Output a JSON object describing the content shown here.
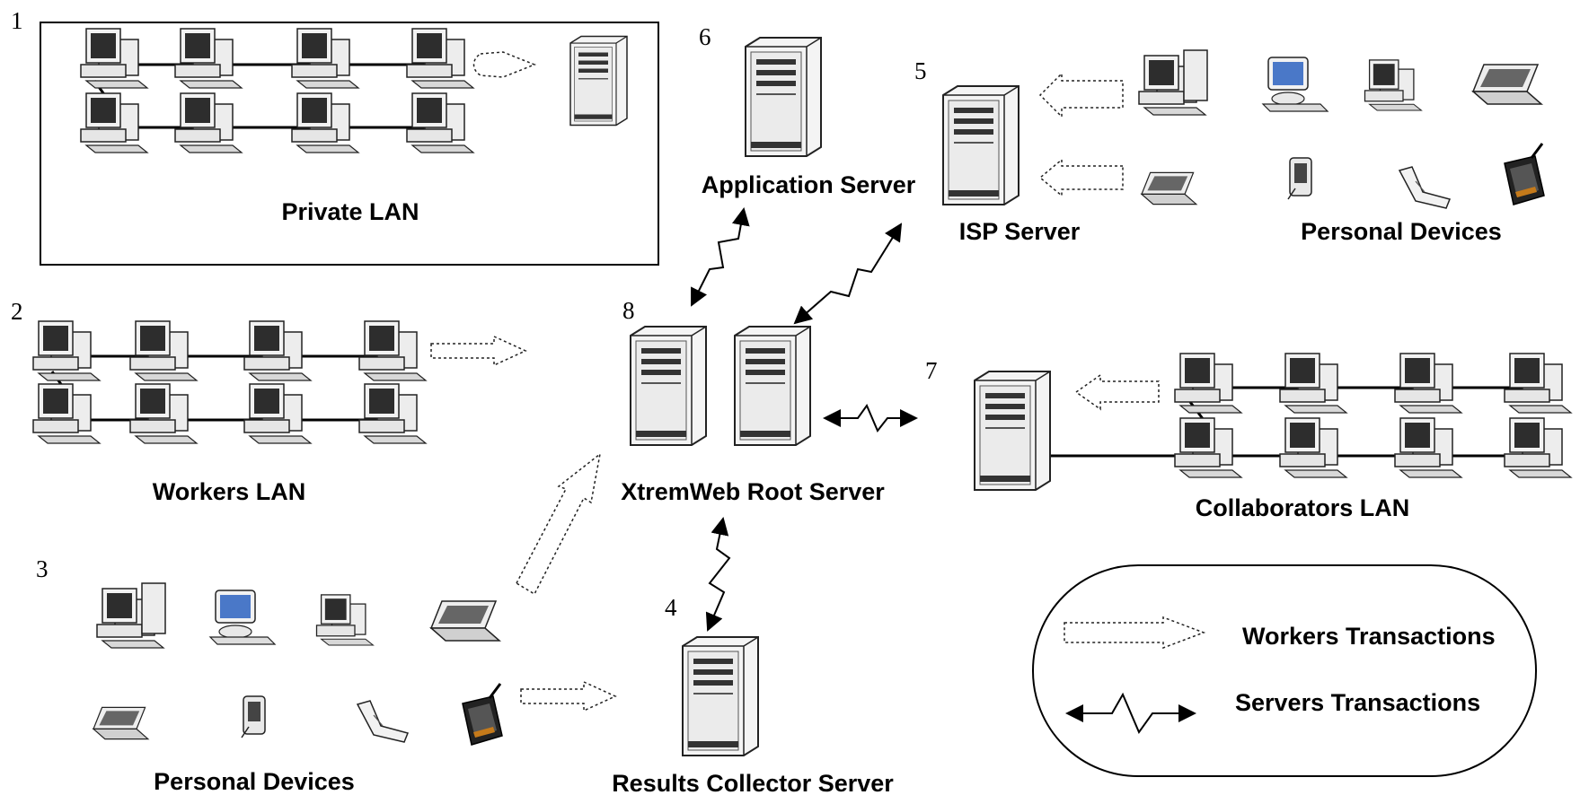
{
  "sections": [
    {
      "number": "1",
      "label": "Private LAN"
    },
    {
      "number": "2",
      "label": "Workers LAN"
    },
    {
      "number": "3",
      "label": "Personal Devices"
    },
    {
      "number": "4",
      "label": "Results Collector Server"
    },
    {
      "number": "5",
      "label": "ISP  Server"
    },
    {
      "number": "6",
      "label": "Application Server"
    },
    {
      "number": "7",
      "label": "Collaborators  LAN"
    },
    {
      "number": "8",
      "label": "XtremWeb Root Server"
    }
  ],
  "extra_labels": {
    "isp_personal_devices": "Personal Devices"
  },
  "legend": {
    "workers": "Workers Transactions",
    "servers": "Servers Transactions"
  },
  "icons": {
    "desktop": "desktop-pc-icon",
    "server": "tower-server-icon",
    "laptop": "laptop-icon",
    "pda": "pda-icon",
    "phone": "phone-icon",
    "tablet": "tablet-icon"
  },
  "colors": {
    "screen": "#2d2d2d",
    "blue_screen": "#4a78c8",
    "case": "#ededed",
    "outline": "#222222"
  }
}
